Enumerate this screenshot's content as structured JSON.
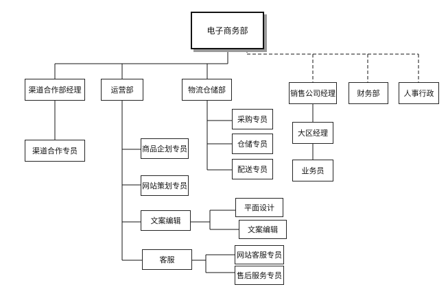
{
  "nodes": {
    "root": "电子商务部",
    "channel_manager": "渠道合作部经理",
    "channel_specialist": "渠道合作专员",
    "operations": "运营部",
    "product_planning": "商品企划专员",
    "site_planning": "网站策划专员",
    "copy_editing": "文案编辑",
    "graphic_design": "平面设计",
    "copy_editor": "文案编辑",
    "customer_service": "客服",
    "online_cs": "网站客服专员",
    "after_sales": "售后服务专员",
    "logistics": "物流仓储部",
    "purchasing": "采购专员",
    "warehouse": "仓储专员",
    "delivery": "配送专员",
    "sales_manager": "销售公司经理",
    "regional_manager": "大区经理",
    "salesperson": "业务员",
    "finance": "财务部",
    "hr_admin": "人事行政"
  }
}
